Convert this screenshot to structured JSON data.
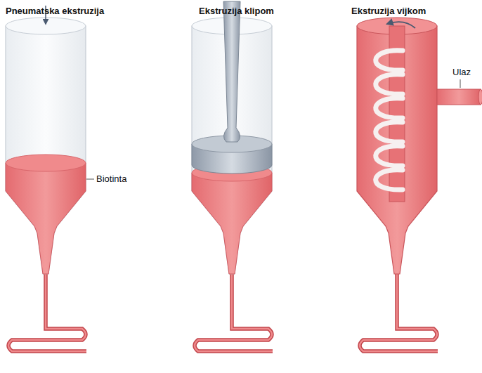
{
  "diagram": {
    "labels": [
      "Pneumatska ekstruzija",
      "Ekstruzija klipom",
      "Ekstruzija vijkom",
      "Biotinta",
      "Ulaz"
    ]
  }
}
